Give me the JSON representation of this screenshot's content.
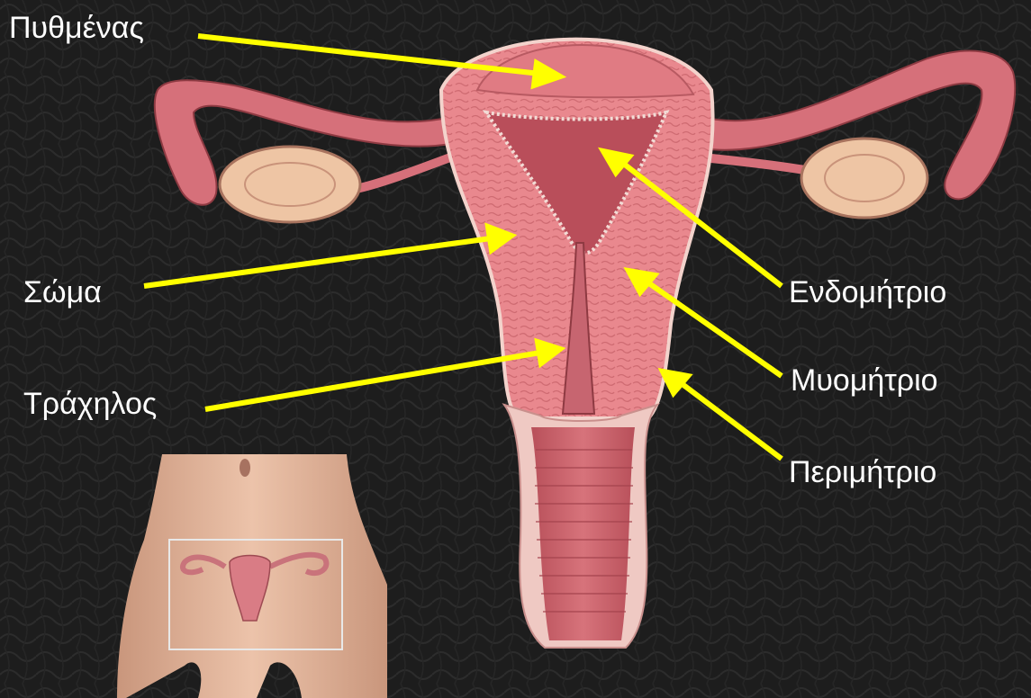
{
  "labels": {
    "fundus": "Πυθμένας",
    "body": "Σώμα",
    "cervix": "Τράχηλος",
    "endometrium": "Ενδομήτριο",
    "myometrium": "Μυομήτριο",
    "perimetrium": "Περιμήτριο"
  },
  "colors": {
    "background": "#1c1c1c",
    "arrow": "#ffff00",
    "tissue": "#e8848a",
    "tissue_dark": "#b0484e",
    "label_text": "#ffffff"
  }
}
